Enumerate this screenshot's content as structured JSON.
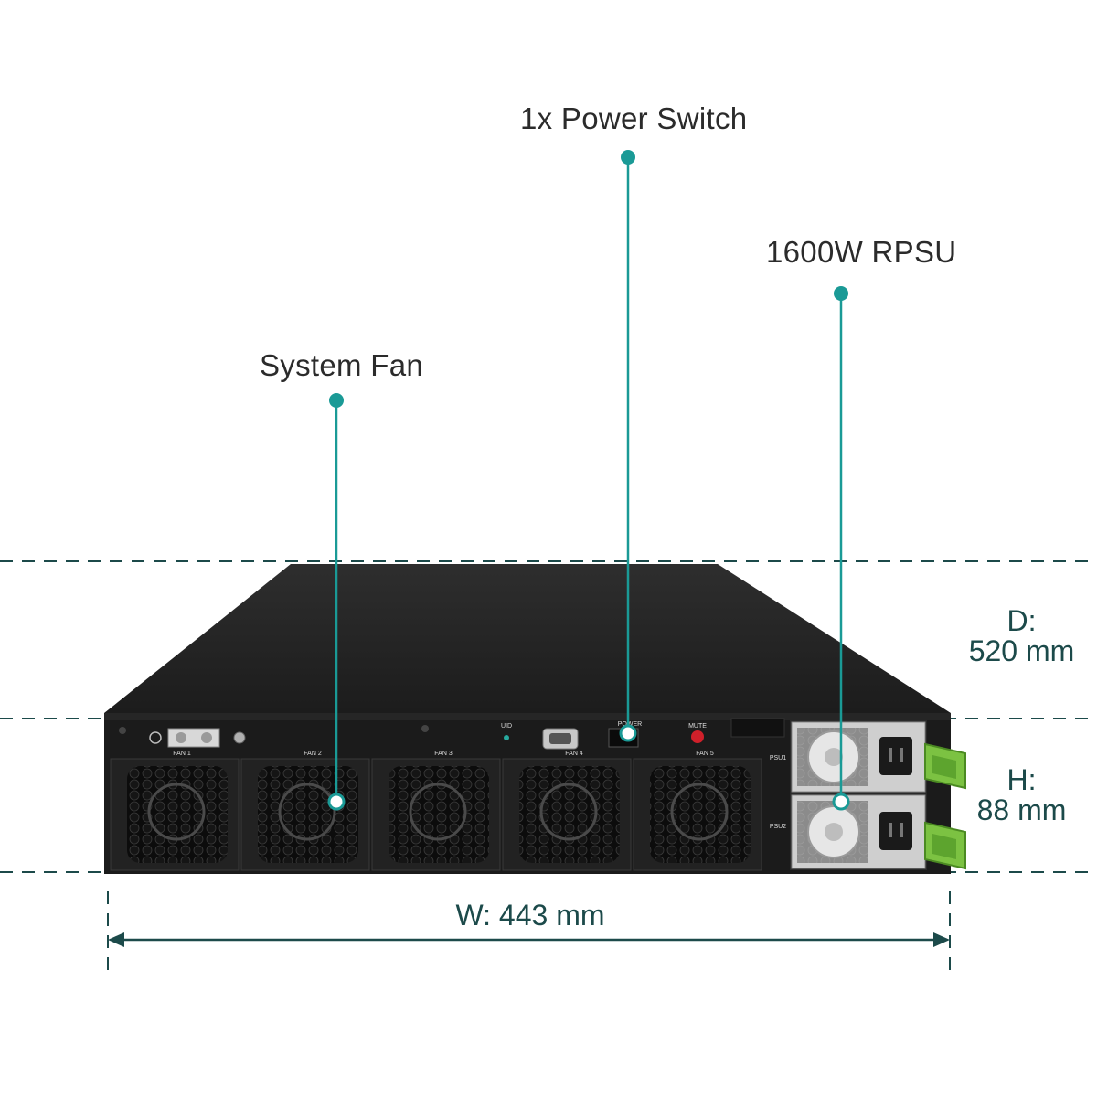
{
  "callouts": {
    "power_switch": "1x Power Switch",
    "rpsu": "1600W RPSU",
    "system_fan": "System Fan"
  },
  "dimensions": {
    "depth_label": "D:",
    "depth_value": "520 mm",
    "height_label": "H:",
    "height_value": "88 mm",
    "width": "W: 443 mm"
  },
  "panel": {
    "fans": [
      "FAN 1",
      "FAN 2",
      "FAN 3",
      "FAN 4",
      "FAN 5"
    ],
    "uid": "UID",
    "power": "POWER",
    "mute": "MUTE",
    "psu1": "PSU1",
    "psu2": "PSU2"
  },
  "colors": {
    "accent": "#1a9a96",
    "dimension_line": "#1c4a4a",
    "chassis": "#1b1b1b",
    "psu_handle": "#7cc242"
  }
}
